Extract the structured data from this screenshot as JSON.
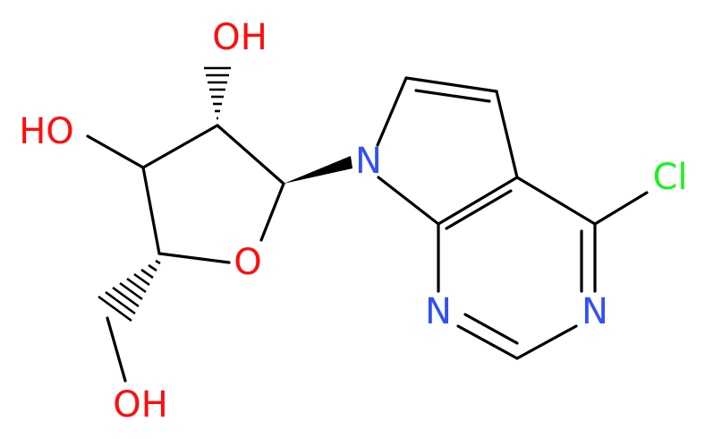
{
  "molecule": {
    "atoms": {
      "oh_top": "OH",
      "oh_left": "HO",
      "oh_bottom": "OH",
      "ring_o": "O",
      "n_pyrrole": "N",
      "n_lower_left": "N",
      "n_lower_right": "N",
      "cl": "Cl"
    }
  },
  "colors": {
    "bond": "#000000",
    "oxygen": "#ff0d0d",
    "nitrogen": "#3050f8",
    "chlorine": "#1ff01f"
  }
}
